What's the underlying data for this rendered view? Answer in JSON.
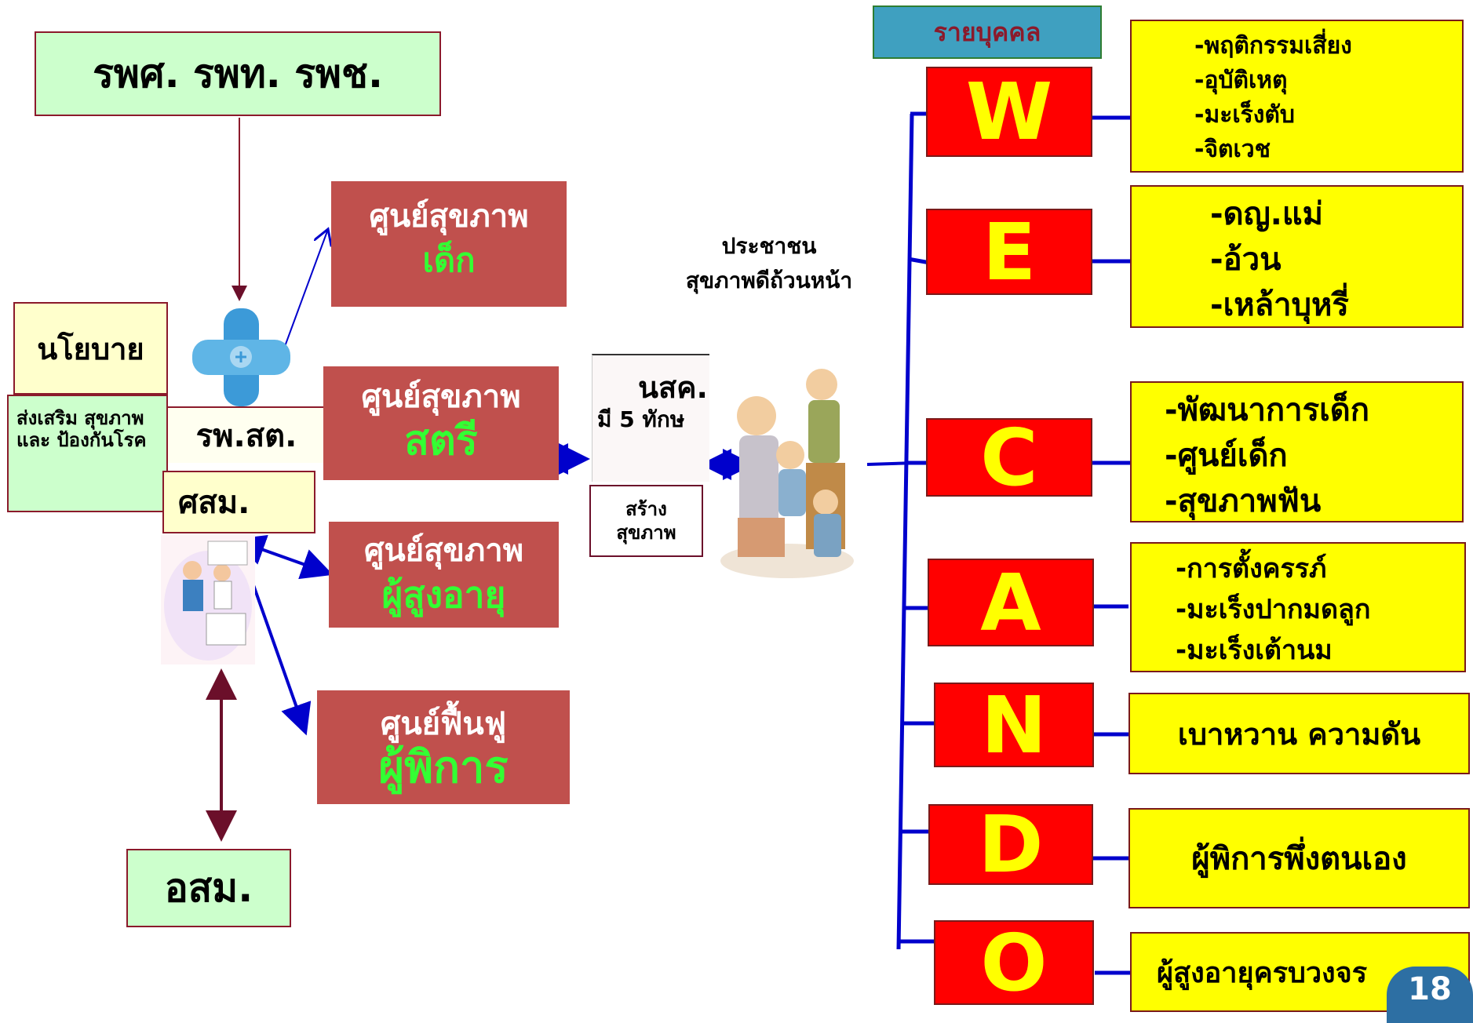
{
  "top_hospitals": "รพศ. รพท. รพช.",
  "policy": "นโยบาย",
  "promotion": "ส่งเสริม สุขภาพและ ป้องกันโรค",
  "rpst": "รพ.สต.",
  "sorsom": "ศสม.",
  "osm": "อสม.",
  "centers": [
    {
      "title": "ศูนย์สุขภาพ",
      "sub": "เด็ก"
    },
    {
      "title": "ศูนย์สุขภาพ",
      "sub": "สตรี"
    },
    {
      "title": "ศูนย์สุขภาพ",
      "sub": "ผู้สูงอายุ"
    },
    {
      "title": "ศูนย์ฟื้นฟู",
      "sub": "ผู้พิการ"
    }
  ],
  "nurse": {
    "title": "นสค.",
    "subtitle": "มี 5 ทักษ",
    "caption": "สร้าง สุขภาพ"
  },
  "people": {
    "line1": "ประชาชน",
    "line2": "สุขภาพดีถ้วนหน้า"
  },
  "individual_label": "รายบุคคล",
  "wecando": [
    {
      "letter": "W",
      "items": [
        "-พฤติกรรมเสี่ยง",
        "-อุบัติเหตุ",
        "-มะเร็งตับ",
        "-จิตเวช"
      ]
    },
    {
      "letter": "E",
      "items": [
        "-ดญ.แม่",
        "-อ้วน",
        "-เหล้าบุหรี่"
      ]
    },
    {
      "letter": "C",
      "items": [
        "-พัฒนาการเด็ก",
        "-ศูนย์เด็ก",
        "-สุขภาพฟัน"
      ]
    },
    {
      "letter": "A",
      "items": [
        "-การตั้งครรภ์",
        "-มะเร็งปากมดลูก",
        "-มะเร็งเต้านม"
      ]
    },
    {
      "letter": "N",
      "items": [
        "เบาหวาน ความดัน"
      ]
    },
    {
      "letter": "D",
      "items": [
        "ผู้พิการพึ่งตนเอง"
      ]
    },
    {
      "letter": "O",
      "items": [
        "ผู้สูงอายุครบวงจร"
      ]
    }
  ],
  "page_number": "18",
  "colors": {
    "blue": "#0000cc",
    "maroon": "#6b0f2a",
    "center_fill": "#c0504d",
    "letter_fill": "#ff0000",
    "list_fill": "#ffff00"
  }
}
